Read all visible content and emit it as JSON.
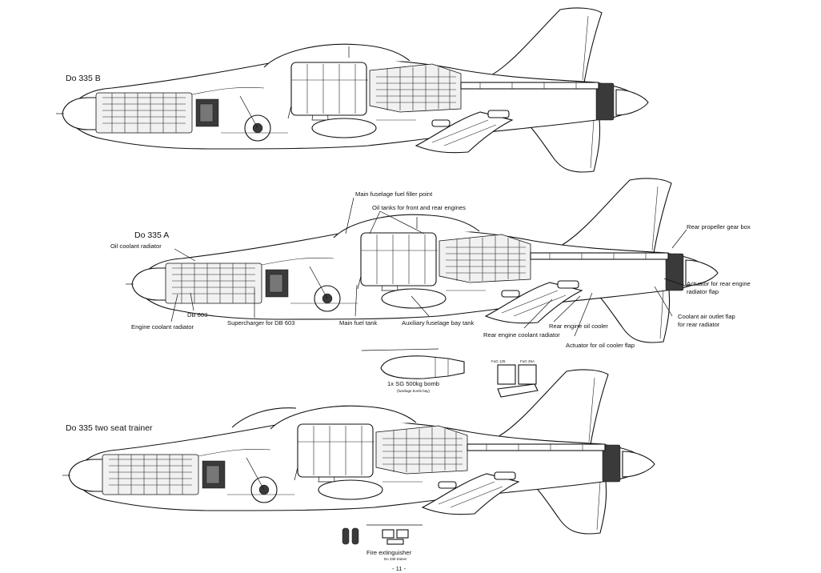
{
  "variants": {
    "b": {
      "title": "Do 335 B"
    },
    "a": {
      "title": "Do 335 A"
    },
    "trainer": {
      "title": "Do 335 two seat trainer"
    }
  },
  "callouts": {
    "main_fuel_filler": "Main fuselage fuel filler point",
    "oil_tanks": "Oil tanks for front and rear engines",
    "oil_coolant_radiator": "Oil coolant radiator",
    "db603": "DB 603",
    "engine_coolant_radiator": "Engine coolant radiator",
    "supercharger": "Supercharger for DB 603",
    "main_fuel_tank": "Main fuel tank",
    "aux_bay_tank": "Auxiliary fuselage bay tank",
    "rear_engine_coolant_radiator": "Rear engine coolant radiator",
    "rear_engine_oil_cooler": "Rear engine oil cooler",
    "actuator_oil_cooler_flap": "Actuator for oil cooler flap",
    "rear_propeller_gear_box": "Rear propeller gear box",
    "actuator_rear_radiator_flap_line1": "Actuator for rear engine",
    "actuator_rear_radiator_flap_line2": "radiator flap",
    "coolant_outlet_flap_line1": "Coolant air outlet flap",
    "coolant_outlet_flap_line2": "for rear radiator"
  },
  "bomb": {
    "label": "1x SG 500kg bomb",
    "sublabel": "(fuselage bomb bay)"
  },
  "radio": {
    "left": "FuG 125",
    "right": "FuG 25A"
  },
  "extinguisher": {
    "label": "Fire extinguisher",
    "sublabel": "Do 335 trainer"
  },
  "page_number": "- 11 -"
}
